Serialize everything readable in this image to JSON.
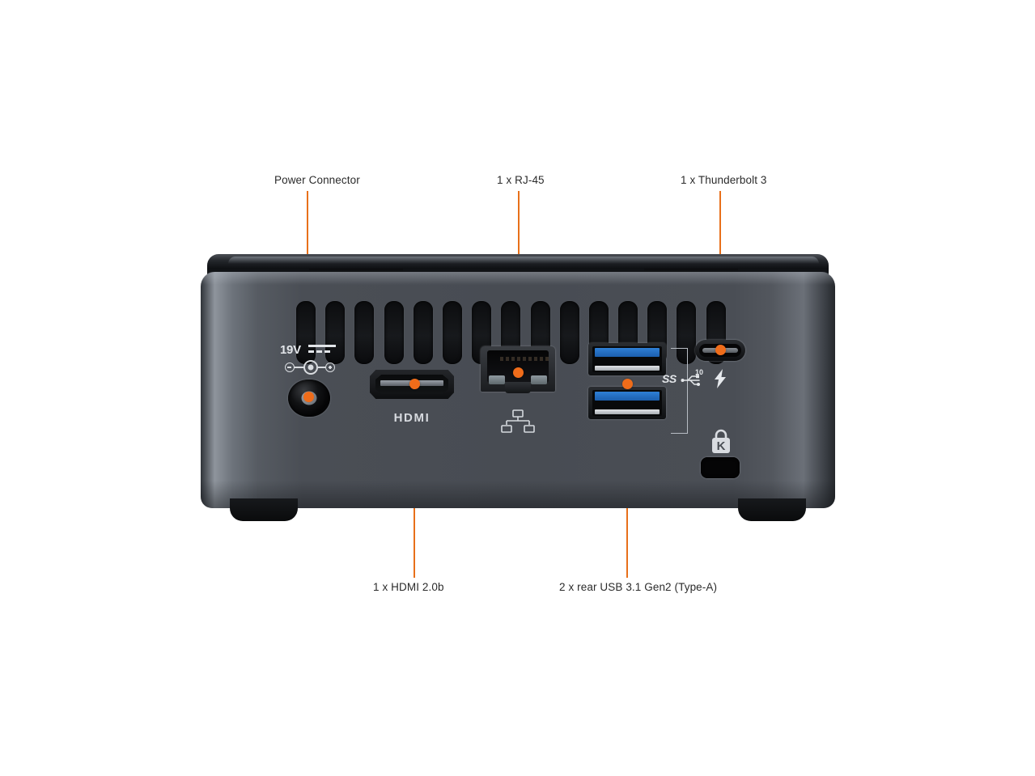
{
  "diagram": {
    "title": "Intel NUC rear I/O panel callout diagram",
    "accent_color": "#e8701a",
    "chassis_color": "#4a4e55",
    "usb_port_color": "#2f7fd6",
    "background_color": "#ffffff"
  },
  "callouts": [
    {
      "id": "power",
      "label": "Power Connector"
    },
    {
      "id": "rj45",
      "label": "1 x RJ-45"
    },
    {
      "id": "thunderbolt",
      "label": "1 x Thunderbolt 3"
    },
    {
      "id": "hdmi",
      "label": "1 x HDMI 2.0b"
    },
    {
      "id": "usb",
      "label": "2 x rear USB 3.1 Gen2 (Type-A)"
    }
  ],
  "port_markings": {
    "power_voltage": "19V",
    "hdmi_logo": "HDMI",
    "usb_superspeed": "SS",
    "usb_speed": "10",
    "kensington_letter": "K"
  },
  "chassis": {
    "vent_count": 15,
    "foot_count": 2
  }
}
